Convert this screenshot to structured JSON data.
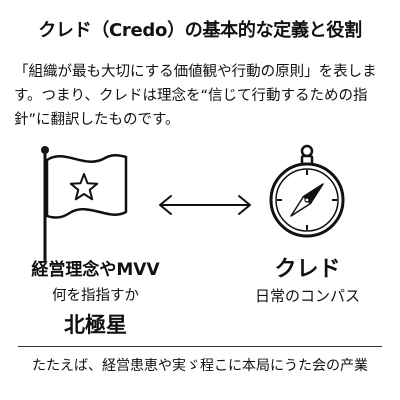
{
  "title": "クレド（Credo）の基本的な定義と役割",
  "intro": "「組織が最も大切にする価値観や行動の原則」を表します。つまり、クレドは理念を“信じて行動するための指針”に翻訳したものです。",
  "left": {
    "icon": "flag-star-icon",
    "heading": "経営理念やMVV",
    "subheading": "何を指指すか",
    "label": "北極星"
  },
  "center": {
    "icon": "double-arrow-icon"
  },
  "right": {
    "icon": "compass-icon",
    "heading": "クレド",
    "subheading": "日常のコンパス"
  },
  "footer": "たたえば、経営患恵や実ゞ程こに本局にうた会の产業",
  "colors": {
    "text": "#111111",
    "background": "#ffffff",
    "divider": "#333333"
  }
}
